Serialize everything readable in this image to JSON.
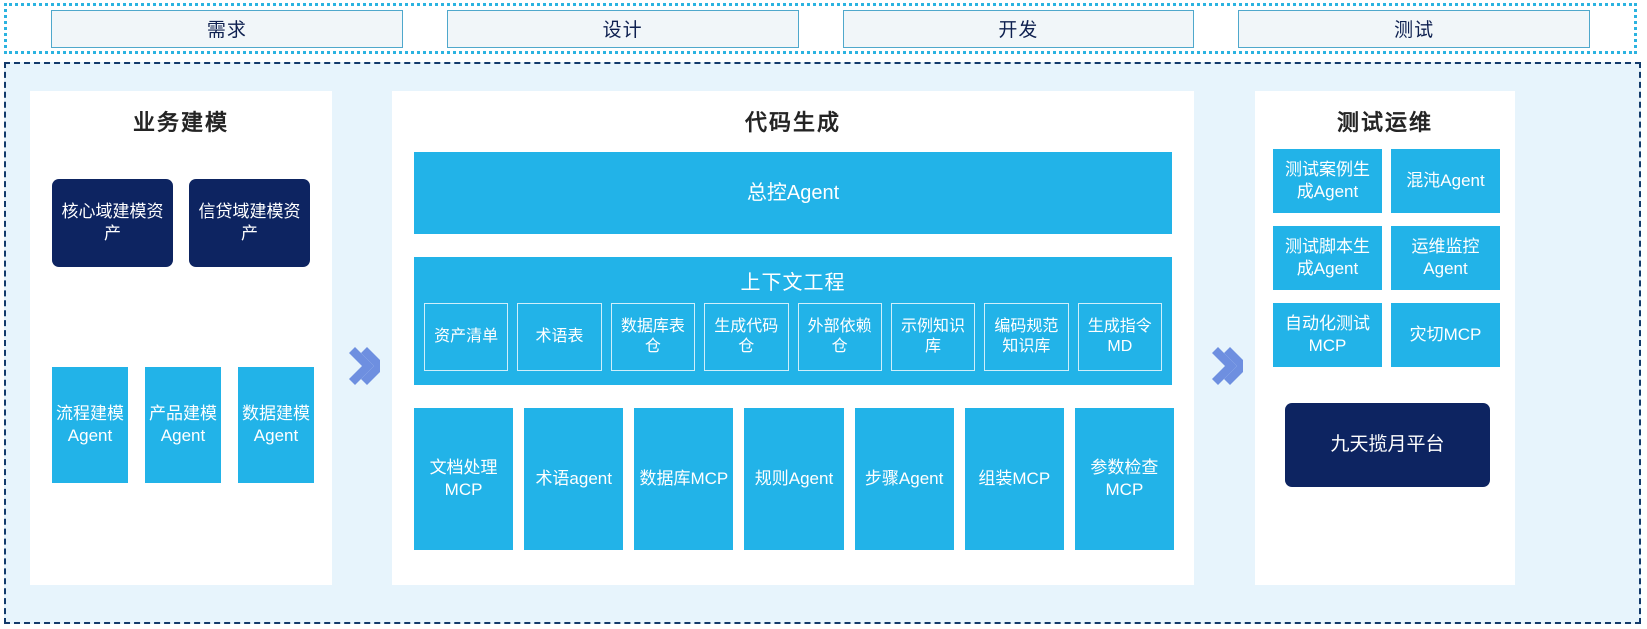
{
  "phases": {
    "items": [
      {
        "label": "需求"
      },
      {
        "label": "设计"
      },
      {
        "label": "开发"
      },
      {
        "label": "测试"
      }
    ]
  },
  "panels": {
    "business_modeling": {
      "title": "业务建模",
      "assets": [
        {
          "label": "核心域建模资产"
        },
        {
          "label": "信贷域建模资产"
        }
      ],
      "agents": [
        {
          "label": "流程建模Agent"
        },
        {
          "label": "产品建模Agent"
        },
        {
          "label": "数据建模Agent"
        }
      ]
    },
    "code_generation": {
      "title": "代码生成",
      "master_agent": "总控Agent",
      "context_engineering": {
        "title": "上下文工程",
        "items": [
          {
            "label": "资产清单"
          },
          {
            "label": "术语表"
          },
          {
            "label": "数据库表仓"
          },
          {
            "label": "生成代码仓"
          },
          {
            "label": "外部依赖仓"
          },
          {
            "label": "示例知识库"
          },
          {
            "label": "编码规范知识库"
          },
          {
            "label": "生成指令MD"
          }
        ]
      },
      "tools": [
        {
          "label": "文档处理MCP"
        },
        {
          "label": "术语agent"
        },
        {
          "label": "数据库MCP"
        },
        {
          "label": "规则Agent"
        },
        {
          "label": "步骤Agent"
        },
        {
          "label": "组装MCP"
        },
        {
          "label": "参数检查MCP"
        }
      ]
    },
    "test_ops": {
      "title": "测试运维",
      "items": [
        {
          "label": "测试案例生成Agent"
        },
        {
          "label": "混沌Agent"
        },
        {
          "label": "测试脚本生成Agent"
        },
        {
          "label": "运维监控Agent"
        },
        {
          "label": "自动化测试MCP"
        },
        {
          "label": "灾切MCP"
        }
      ],
      "platform": "九天揽月平台"
    }
  },
  "arrows": [
    {
      "name": "double-chevron-right-icon"
    },
    {
      "name": "double-chevron-right-icon"
    }
  ],
  "colors": {
    "cyan": "#22B3E8",
    "navy": "#0D2461",
    "arrow": "#6E8FE0",
    "region_bg": "#E7F4FC",
    "phase_border": "#4FA8CC",
    "dotted_border": "#2BB3E0",
    "dashed_border": "#123A6B"
  }
}
